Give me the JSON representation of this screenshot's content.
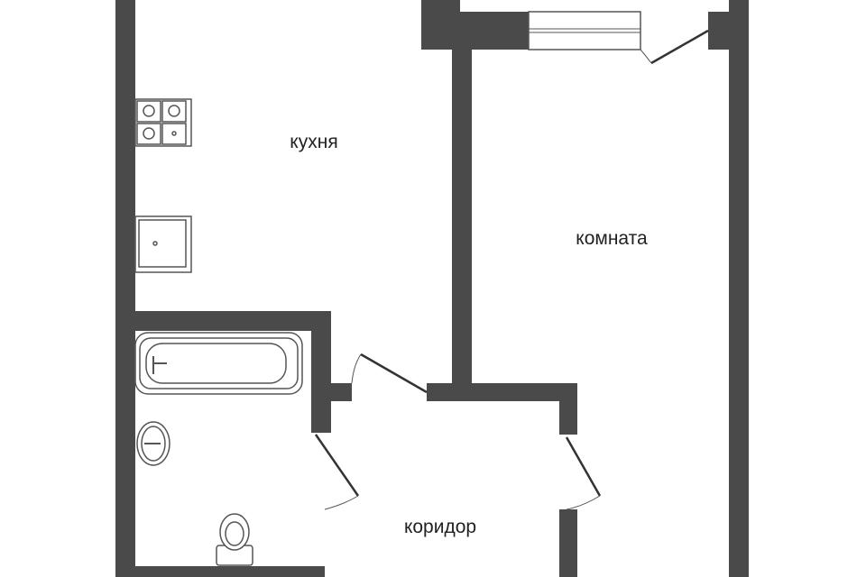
{
  "rooms": {
    "kitchen": "кухня",
    "room": "комната",
    "corridor": "коридор"
  },
  "colors": {
    "wall": "#4a4a4a",
    "background": "#ffffff"
  }
}
